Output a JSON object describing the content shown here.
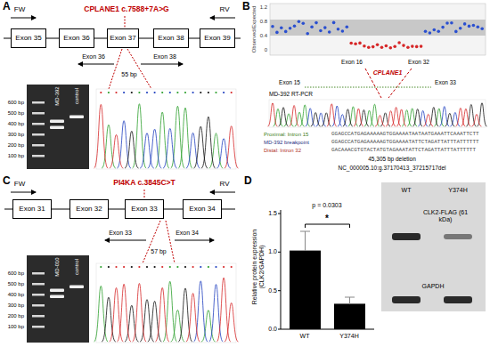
{
  "diagram": {
    "nodes": [
      {
        "text": [
          "Exon 35"
        ]
      },
      {
        "text": [
          "Exon 36"
        ]
      },
      {
        "text": [
          "Exon 37"
        ]
      },
      {
        "text": [
          "Exon 38"
        ]
      },
      {
        "text": [
          "Exon 39"
        ]
      },
      {
        "text": [
          "Exon 31"
        ]
      },
      {
        "text": [
          "Exon 32"
        ]
      },
      {
        "text": [
          "Exon 33"
        ]
      },
      {
        "text": [
          "Exon 34"
        ]
      }
    ],
    "edges": [
      {
        "from": 0,
        "to": 1,
        "arrow": "none"
      },
      {
        "from": 1,
        "to": 2,
        "arrow": "none"
      },
      {
        "from": 2,
        "to": 3,
        "arrow": "none"
      },
      {
        "from": 3,
        "to": 4,
        "arrow": "none"
      },
      {
        "from": 5,
        "to": 6,
        "arrow": "none"
      },
      {
        "from": 6,
        "to": 7,
        "arrow": "none"
      },
      {
        "from": 7,
        "to": 8,
        "arrow": "none"
      }
    ],
    "labels": [
      "A",
      "FW",
      "RV",
      "CPLANE1 c.7588+7A>G",
      "Exon 36",
      "55 bp",
      "Exon 38",
      "MD-392",
      "control",
      "600 bp",
      "500 bp",
      "400 bp",
      "300 bp",
      "200 bp",
      "100 bp",
      "B",
      "Observed/Expected",
      "1.2",
      "0.8",
      "0.4",
      "0",
      "Exon 16",
      "Exon 32",
      "CPLANE1",
      "Exon 15",
      "Exon 33",
      "MD-392 RT-PCR",
      "Proximal: Intron 15",
      "GGAGCCATGAGAAAAAGTGGAAAATAATAATGAAATTCAAATTCTT",
      "MD-392 breakpoint",
      "GGAGCCATGAGAAAAAGTGGAAAATATTCTAGATTATTTATTTTTT",
      "Distal: Intron 32",
      "GACAAACGTGTACTATGTAGAAATATTCTAGATTATTTATTTTTT",
      "45,305 bp deletion",
      "NC_000005.10:g.37170413_37215717del",
      "C",
      "FW",
      "RV",
      "PI4KA c.3845C>T",
      "Exon 33",
      "57 bp",
      "Exon 34",
      "MD-010",
      "control",
      "600 bp",
      "500 bp",
      "400 bp",
      "300 bp",
      "200 bp",
      "100 bp",
      "D",
      "Relative protein expression (CLK2/GAPDH)",
      "0.0",
      "0.5",
      "1.0",
      "1.5",
      "WT",
      "Y374H",
      "p = 0.0303",
      "*",
      "WT",
      "Y374H",
      "CLK2-FLAG (61 kDa)",
      "GAPDH"
    ]
  }
}
